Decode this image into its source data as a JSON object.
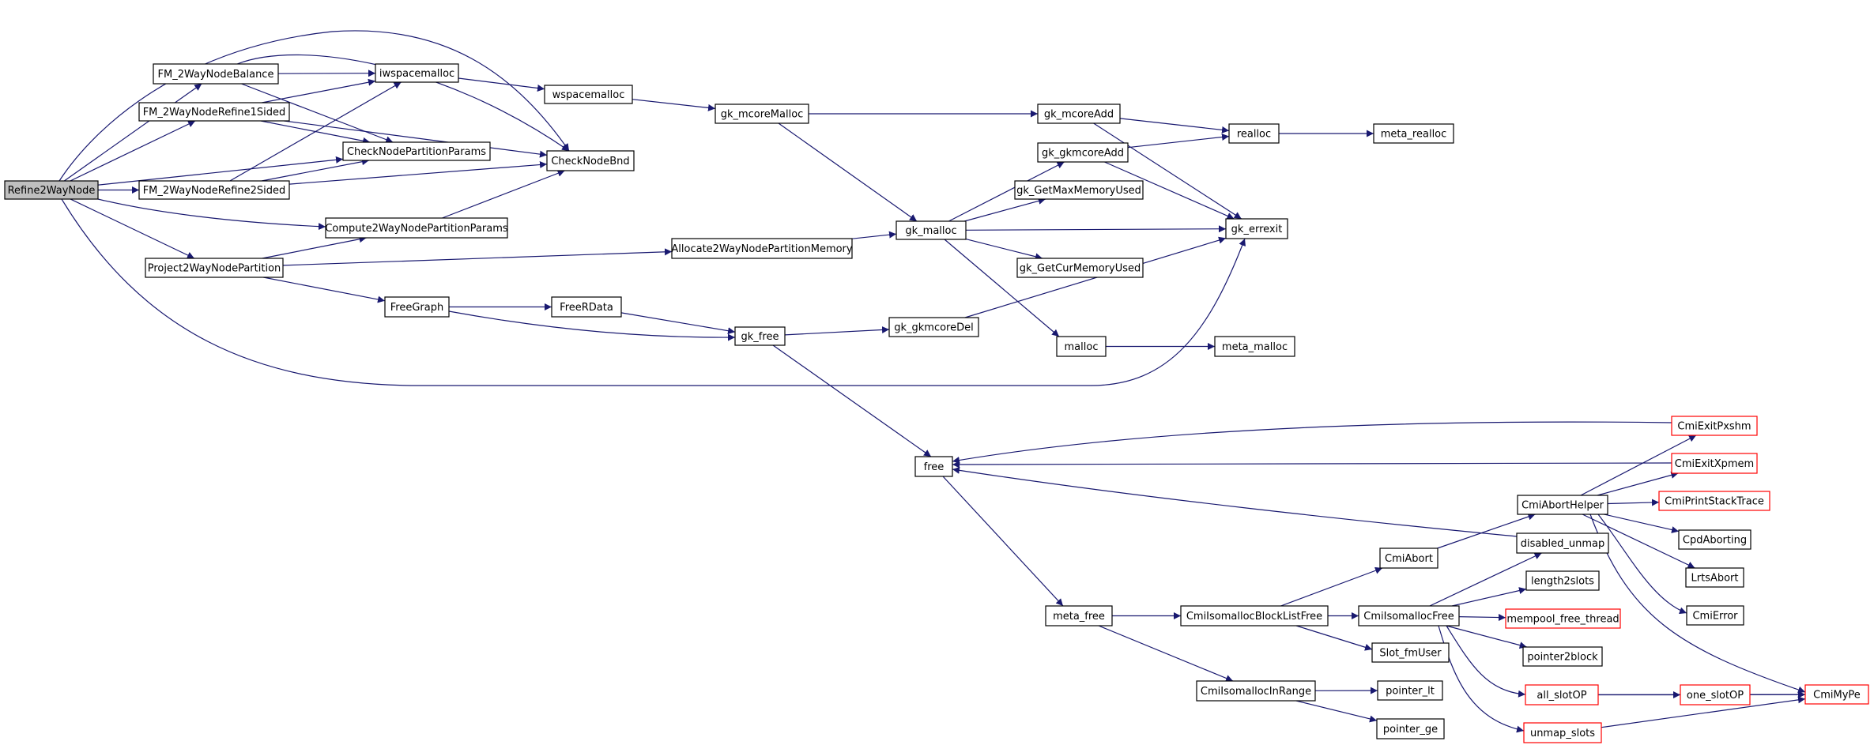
{
  "graph": {
    "nodes": [
      {
        "id": "Refine2WayNode",
        "label": "Refine2WayNode",
        "style": "root"
      },
      {
        "id": "FM_2WayNodeBalance",
        "label": "FM_2WayNodeBalance",
        "style": "normal"
      },
      {
        "id": "FM_2WayNodeRefine1Sided",
        "label": "FM_2WayNodeRefine1Sided",
        "style": "normal"
      },
      {
        "id": "FM_2WayNodeRefine2Sided",
        "label": "FM_2WayNodeRefine2Sided",
        "style": "normal"
      },
      {
        "id": "Project2WayNodePartition",
        "label": "Project2WayNodePartition",
        "style": "normal"
      },
      {
        "id": "iwspacemalloc",
        "label": "iwspacemalloc",
        "style": "normal"
      },
      {
        "id": "CheckNodePartitionParams",
        "label": "CheckNodePartitionParams",
        "style": "normal"
      },
      {
        "id": "CheckNodeBnd",
        "label": "CheckNodeBnd",
        "style": "normal"
      },
      {
        "id": "Compute2WayNodePartitionParams",
        "label": "Compute2WayNodePartitionParams",
        "style": "normal"
      },
      {
        "id": "wspacemalloc",
        "label": "wspacemalloc",
        "style": "normal"
      },
      {
        "id": "gk_mcoreMalloc",
        "label": "gk_mcoreMalloc",
        "style": "normal"
      },
      {
        "id": "gk_mcoreAdd",
        "label": "gk_mcoreAdd",
        "style": "normal"
      },
      {
        "id": "gk_gkmcoreAdd",
        "label": "gk_gkmcoreAdd",
        "style": "normal"
      },
      {
        "id": "gk_GetMaxMemoryUsed",
        "label": "gk_GetMaxMemoryUsed",
        "style": "normal"
      },
      {
        "id": "gk_malloc",
        "label": "gk_malloc",
        "style": "normal"
      },
      {
        "id": "gk_GetCurMemoryUsed",
        "label": "gk_GetCurMemoryUsed",
        "style": "normal"
      },
      {
        "id": "realloc",
        "label": "realloc",
        "style": "normal"
      },
      {
        "id": "meta_realloc",
        "label": "meta_realloc",
        "style": "normal"
      },
      {
        "id": "gk_errexit",
        "label": "gk_errexit",
        "style": "normal"
      },
      {
        "id": "Allocate2WayNodePartitionMemory",
        "label": "Allocate2WayNodePartitionMemory",
        "style": "normal"
      },
      {
        "id": "FreeGraph",
        "label": "FreeGraph",
        "style": "normal"
      },
      {
        "id": "FreeRData",
        "label": "FreeRData",
        "style": "normal"
      },
      {
        "id": "gk_free",
        "label": "gk_free",
        "style": "normal"
      },
      {
        "id": "gk_gkmcoreDel",
        "label": "gk_gkmcoreDel",
        "style": "normal"
      },
      {
        "id": "malloc",
        "label": "malloc",
        "style": "normal"
      },
      {
        "id": "meta_malloc",
        "label": "meta_malloc",
        "style": "normal"
      },
      {
        "id": "free",
        "label": "free",
        "style": "normal"
      },
      {
        "id": "meta_free",
        "label": "meta_free",
        "style": "normal"
      },
      {
        "id": "CmiIsomallocBlockListFree",
        "label": "CmiIsomallocBlockListFree",
        "style": "normal"
      },
      {
        "id": "CmiIsomallocInRange",
        "label": "CmiIsomallocInRange",
        "style": "normal"
      },
      {
        "id": "CmiAbort",
        "label": "CmiAbort",
        "style": "normal"
      },
      {
        "id": "CmiIsomallocFree",
        "label": "CmiIsomallocFree",
        "style": "normal"
      },
      {
        "id": "Slot_fmUser",
        "label": "Slot_fmUser",
        "style": "normal"
      },
      {
        "id": "pointer_lt",
        "label": "pointer_lt",
        "style": "normal"
      },
      {
        "id": "pointer_ge",
        "label": "pointer_ge",
        "style": "normal"
      },
      {
        "id": "CmiAbortHelper",
        "label": "CmiAbortHelper",
        "style": "normal"
      },
      {
        "id": "disabled_unmap",
        "label": "disabled_unmap",
        "style": "normal"
      },
      {
        "id": "length2slots",
        "label": "length2slots",
        "style": "normal"
      },
      {
        "id": "mempool_free_thread",
        "label": "mempool_free_thread",
        "style": "red"
      },
      {
        "id": "pointer2block",
        "label": "pointer2block",
        "style": "normal"
      },
      {
        "id": "all_slotOP",
        "label": "all_slotOP",
        "style": "red"
      },
      {
        "id": "unmap_slots",
        "label": "unmap_slots",
        "style": "red"
      },
      {
        "id": "CmiExitPxshm",
        "label": "CmiExitPxshm",
        "style": "red"
      },
      {
        "id": "CmiExitXpmem",
        "label": "CmiExitXpmem",
        "style": "red"
      },
      {
        "id": "CmiPrintStackTrace",
        "label": "CmiPrintStackTrace",
        "style": "red"
      },
      {
        "id": "CpdAborting",
        "label": "CpdAborting",
        "style": "normal"
      },
      {
        "id": "LrtsAbort",
        "label": "LrtsAbort",
        "style": "normal"
      },
      {
        "id": "CmiError",
        "label": "CmiError",
        "style": "normal"
      },
      {
        "id": "one_slotOP",
        "label": "one_slotOP",
        "style": "red"
      },
      {
        "id": "CmiMyPe",
        "label": "CmiMyPe",
        "style": "red"
      }
    ],
    "edges": [
      [
        "Refine2WayNode",
        "FM_2WayNodeBalance"
      ],
      [
        "Refine2WayNode",
        "FM_2WayNodeRefine1Sided"
      ],
      [
        "Refine2WayNode",
        "FM_2WayNodeRefine2Sided"
      ],
      [
        "Refine2WayNode",
        "Project2WayNodePartition"
      ],
      [
        "Refine2WayNode",
        "CheckNodePartitionParams"
      ],
      [
        "Refine2WayNode",
        "CheckNodeBnd"
      ],
      [
        "Refine2WayNode",
        "Compute2WayNodePartitionParams"
      ],
      [
        "Refine2WayNode",
        "gk_errexit"
      ],
      [
        "FM_2WayNodeBalance",
        "iwspacemalloc"
      ],
      [
        "FM_2WayNodeBalance",
        "CheckNodePartitionParams"
      ],
      [
        "FM_2WayNodeBalance",
        "CheckNodeBnd"
      ],
      [
        "FM_2WayNodeRefine1Sided",
        "iwspacemalloc"
      ],
      [
        "FM_2WayNodeRefine1Sided",
        "CheckNodePartitionParams"
      ],
      [
        "FM_2WayNodeRefine1Sided",
        "CheckNodeBnd"
      ],
      [
        "FM_2WayNodeRefine2Sided",
        "iwspacemalloc"
      ],
      [
        "FM_2WayNodeRefine2Sided",
        "CheckNodePartitionParams"
      ],
      [
        "FM_2WayNodeRefine2Sided",
        "CheckNodeBnd"
      ],
      [
        "Project2WayNodePartition",
        "Compute2WayNodePartitionParams"
      ],
      [
        "Project2WayNodePartition",
        "Allocate2WayNodePartitionMemory"
      ],
      [
        "Project2WayNodePartition",
        "FreeGraph"
      ],
      [
        "Compute2WayNodePartitionParams",
        "CheckNodeBnd"
      ],
      [
        "iwspacemalloc",
        "wspacemalloc"
      ],
      [
        "wspacemalloc",
        "gk_mcoreMalloc"
      ],
      [
        "gk_mcoreMalloc",
        "gk_mcoreAdd"
      ],
      [
        "gk_mcoreMalloc",
        "gk_malloc"
      ],
      [
        "gk_mcoreAdd",
        "realloc"
      ],
      [
        "gk_mcoreAdd",
        "gk_errexit"
      ],
      [
        "gk_gkmcoreAdd",
        "realloc"
      ],
      [
        "gk_gkmcoreAdd",
        "gk_errexit"
      ],
      [
        "realloc",
        "meta_realloc"
      ],
      [
        "Allocate2WayNodePartitionMemory",
        "gk_malloc"
      ],
      [
        "gk_malloc",
        "gk_gkmcoreAdd"
      ],
      [
        "gk_malloc",
        "gk_GetMaxMemoryUsed"
      ],
      [
        "gk_malloc",
        "gk_errexit"
      ],
      [
        "gk_malloc",
        "gk_GetCurMemoryUsed"
      ],
      [
        "gk_malloc",
        "malloc"
      ],
      [
        "malloc",
        "meta_malloc"
      ],
      [
        "FreeGraph",
        "FreeRData"
      ],
      [
        "FreeGraph",
        "gk_free"
      ],
      [
        "FreeRData",
        "gk_free"
      ],
      [
        "gk_free",
        "gk_gkmcoreDel"
      ],
      [
        "gk_free",
        "free"
      ],
      [
        "gk_gkmcoreDel",
        "gk_errexit"
      ],
      [
        "free",
        "meta_free"
      ],
      [
        "meta_free",
        "CmiIsomallocBlockListFree"
      ],
      [
        "meta_free",
        "CmiIsomallocInRange"
      ],
      [
        "CmiIsomallocBlockListFree",
        "CmiAbort"
      ],
      [
        "CmiIsomallocBlockListFree",
        "CmiIsomallocFree"
      ],
      [
        "CmiIsomallocBlockListFree",
        "Slot_fmUser"
      ],
      [
        "CmiIsomallocInRange",
        "pointer_lt"
      ],
      [
        "CmiIsomallocInRange",
        "pointer_ge"
      ],
      [
        "CmiAbort",
        "CmiAbortHelper"
      ],
      [
        "CmiIsomallocFree",
        "disabled_unmap"
      ],
      [
        "CmiIsomallocFree",
        "length2slots"
      ],
      [
        "CmiIsomallocFree",
        "mempool_free_thread"
      ],
      [
        "CmiIsomallocFree",
        "pointer2block"
      ],
      [
        "CmiIsomallocFree",
        "all_slotOP"
      ],
      [
        "CmiIsomallocFree",
        "unmap_slots"
      ],
      [
        "CmiAbortHelper",
        "CmiExitPxshm"
      ],
      [
        "CmiAbortHelper",
        "CmiExitXpmem"
      ],
      [
        "CmiAbortHelper",
        "CmiPrintStackTrace"
      ],
      [
        "CmiAbortHelper",
        "CpdAborting"
      ],
      [
        "CmiAbortHelper",
        "LrtsAbort"
      ],
      [
        "CmiAbortHelper",
        "CmiError"
      ],
      [
        "CmiAbortHelper",
        "CmiMyPe"
      ],
      [
        "disabled_unmap",
        "free"
      ],
      [
        "CmiExitPxshm",
        "free"
      ],
      [
        "CmiExitXpmem",
        "free"
      ],
      [
        "all_slotOP",
        "one_slotOP"
      ],
      [
        "all_slotOP",
        "CmiMyPe"
      ],
      [
        "one_slotOP",
        "CmiMyPe"
      ],
      [
        "unmap_slots",
        "CmiMyPe"
      ]
    ]
  }
}
